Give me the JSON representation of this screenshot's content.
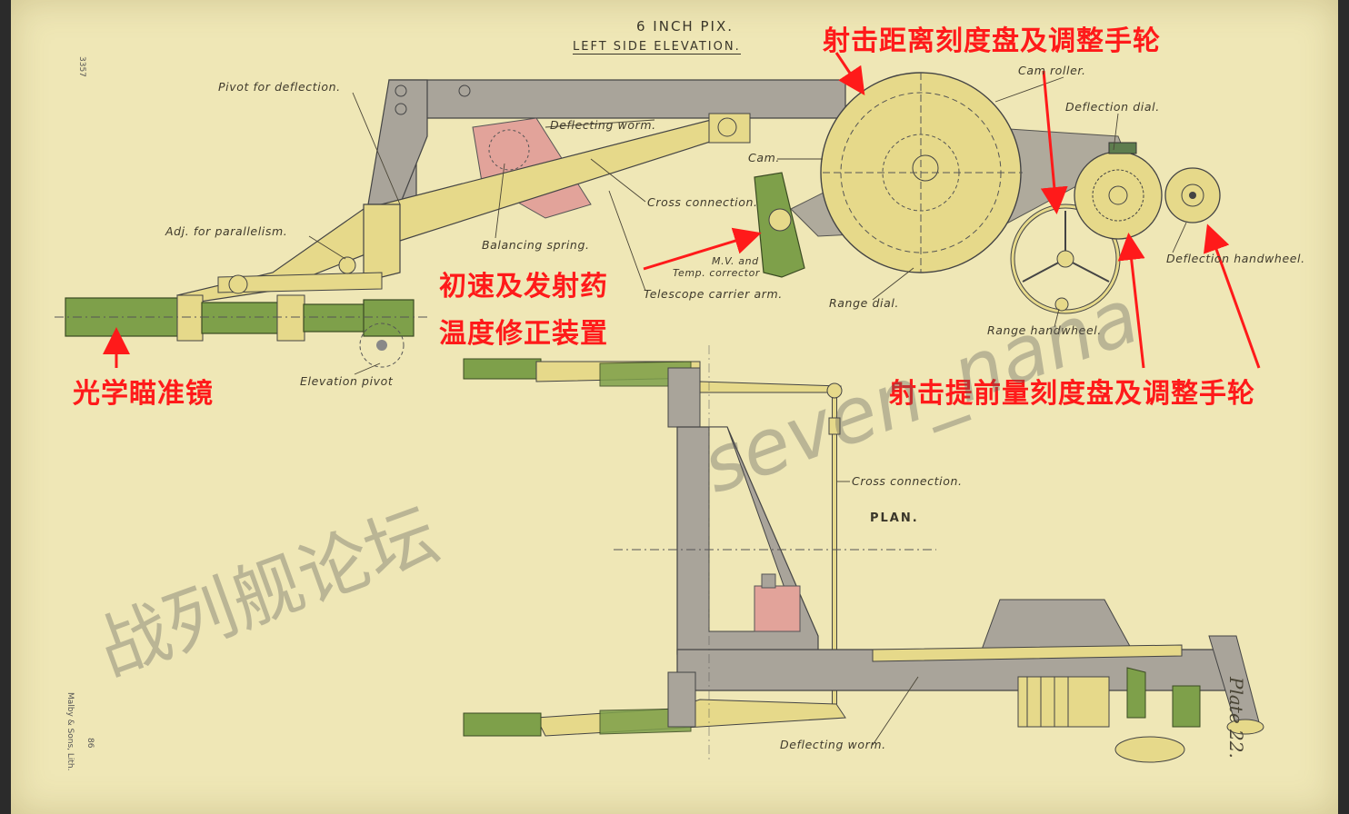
{
  "title": {
    "main": "6 INCH PIX.",
    "sub": "LEFT SIDE ELEVATION."
  },
  "labels": {
    "pivot_deflection": "Pivot for deflection.",
    "deflecting_worm_top": "Deflecting worm.",
    "cam": "Cam.",
    "cam_roller": "Cam roller.",
    "deflection_dial": "Deflection dial.",
    "cross_connection_top": "Cross connection.",
    "balancing_spring": "Balancing spring.",
    "adj_parallelism": "Adj. for parallelism.",
    "mv_temp_1": "M.V. and",
    "mv_temp_2": "Temp. corrector",
    "telescope_arm": "Telescope carrier arm.",
    "range_dial": "Range dial.",
    "range_handwheel": "Range handwheel.",
    "deflection_handwheel": "Deflection handwheel.",
    "elevation_pivot": "Elevation pivot",
    "cross_connection_plan": "Cross connection.",
    "plan": "PLAN.",
    "deflecting_worm_bottom": "Deflecting worm.",
    "plate": "Plate 22.",
    "side_number": "3357",
    "printer": "Malby & Sons, Lith.",
    "page_number": "86"
  },
  "annotations": {
    "range_dial_cn": "射击距离刻度盘及调整手轮",
    "mv_cn_1": "初速及发射药",
    "mv_cn_2": "温度修正装置",
    "telescope_cn": "光学瞄准镜",
    "deflection_cn": "射击提前量刻度盘及调整手轮"
  },
  "watermark": {
    "cn": "战列舰论坛",
    "en": "seven_nana"
  },
  "colors": {
    "paper": "#efe7b6",
    "yellow_part": "#e6d98a",
    "green_part": "#7ea04a",
    "grey_part": "#a9a49a",
    "pink_part": "#e2a39a",
    "red_annotation": "#ff1a1a"
  }
}
